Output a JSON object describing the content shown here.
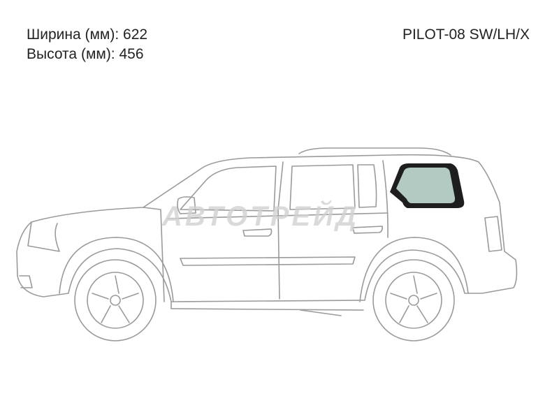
{
  "specs": {
    "width_label": "Ширина (мм): 622",
    "height_label": "Высота (мм): 456"
  },
  "part_code": "PILOT-08 SW/LH/X",
  "watermark": "АВТОТРЕЙД",
  "colors": {
    "glass": "#b3cac2",
    "frame": "#1e1e1e",
    "outline": "#9a9a9a"
  }
}
